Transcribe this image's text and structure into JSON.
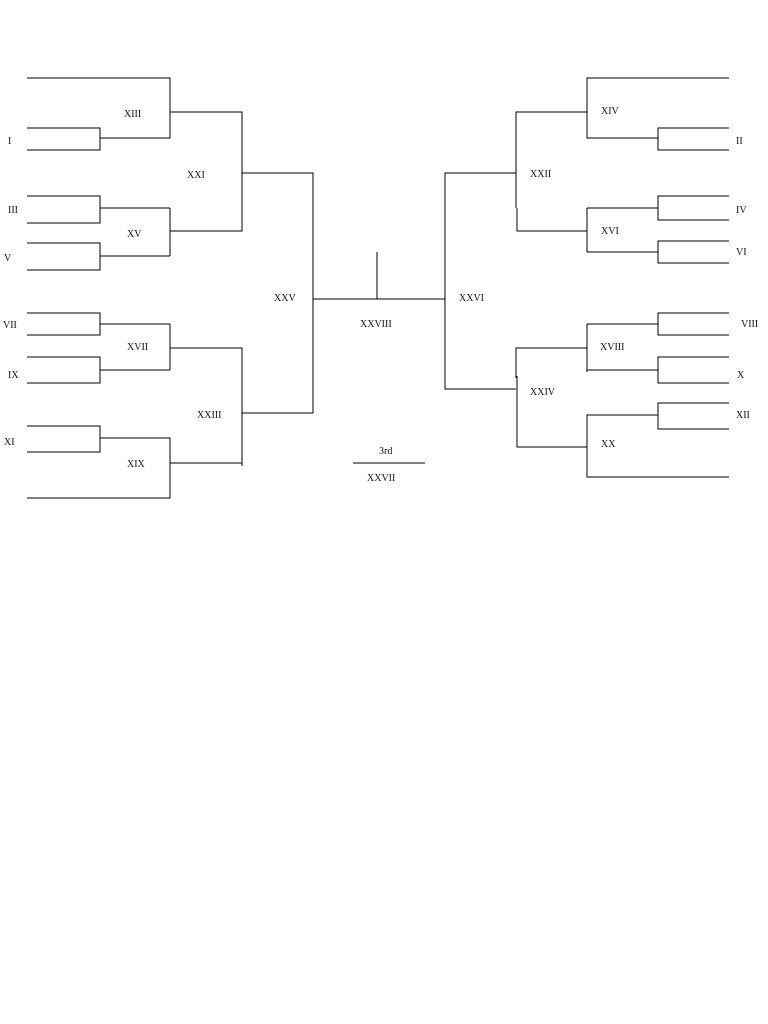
{
  "bracket": {
    "seeds": {
      "I": "I",
      "II": "II",
      "III": "III",
      "IV": "IV",
      "V": "V",
      "VI": "VI",
      "VII": "VII",
      "VIII": "VIII",
      "IX": "IX",
      "X": "X",
      "XI": "XI",
      "XII": "XII"
    },
    "matches": {
      "XIII": "XIII",
      "XIV": "XIV",
      "XV": "XV",
      "XVI": "XVI",
      "XVII": "XVII",
      "XVIII": "XVIII",
      "XIX": "XIX",
      "XX": "XX",
      "XXI": "XXI",
      "XXII": "XXII",
      "XXIII": "XXIII",
      "XXIV": "XXIV",
      "XXV": "XXV",
      "XXVI": "XXVI",
      "XXVII": "XXVII",
      "XXVIII": "XXVIII"
    },
    "third_place_label": "3rd"
  }
}
